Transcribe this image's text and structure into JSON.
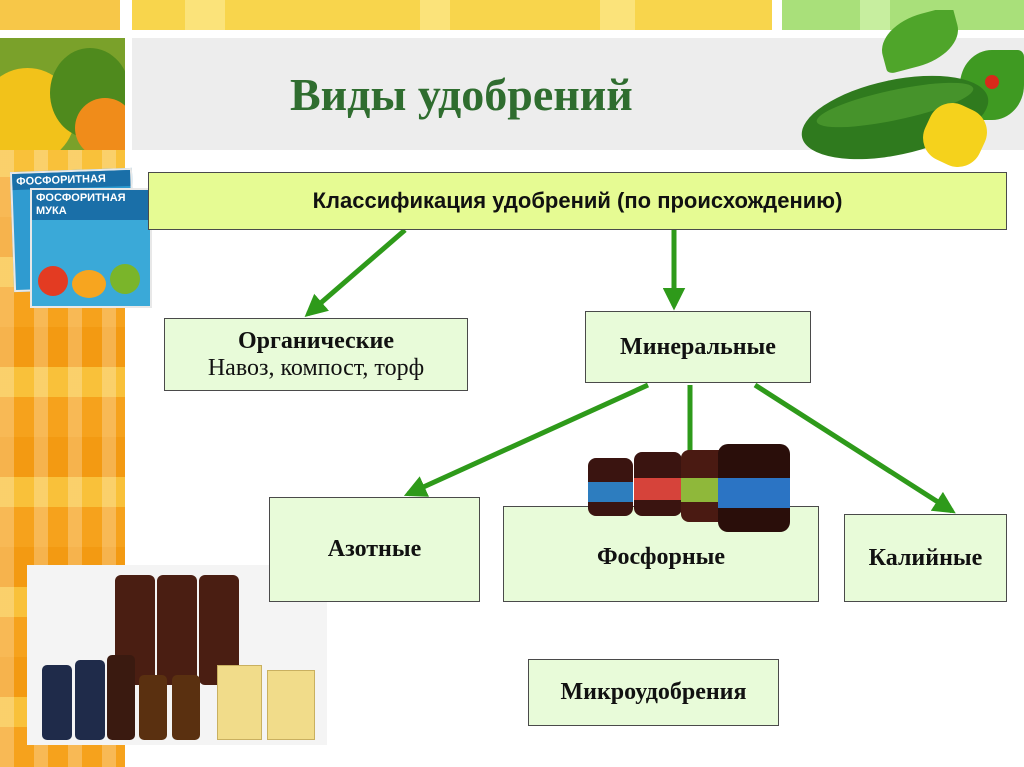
{
  "slide": {
    "title": "Виды удобрений"
  },
  "diagram": {
    "root": "Классификация удобрений (по происхождению)",
    "organic": {
      "label": "Органические",
      "examples": "Навоз, компост, торф"
    },
    "mineral": {
      "label": "Минеральные"
    },
    "nitrogen": {
      "label": "Азотные"
    },
    "phosphorus": {
      "label": "Фосфорные"
    },
    "potassium": {
      "label": "Калийные"
    },
    "micro": {
      "label": "Микроудобрения"
    }
  },
  "images": {
    "package_label_1": "ФОСФОРИТНАЯ",
    "package_label_2": "ФОСФОРИТНАЯ МУКА"
  },
  "colors": {
    "title": "#2f6d2f",
    "arrow": "#2e9a1a",
    "root_fill": "#e6fb93",
    "box_fill": "#e8fbd9"
  }
}
